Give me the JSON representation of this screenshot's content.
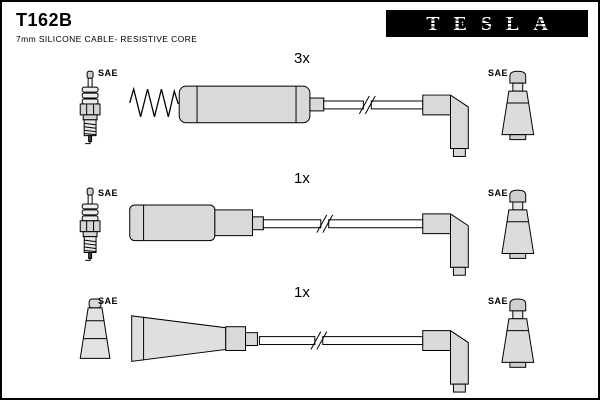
{
  "header": {
    "title": "T162B",
    "subtitle": "7mm SILICONE CABLE- RESISTIVE CORE",
    "brand": "TESLA"
  },
  "rows": [
    {
      "qty": "3x",
      "sae_left": "SAE",
      "sae_right": "SAE"
    },
    {
      "qty": "1x",
      "sae_left": "SAE",
      "sae_right": "SAE"
    },
    {
      "qty": "1x",
      "sae_left": "SAE",
      "sae_right": "SAE"
    }
  ],
  "colors": {
    "line": "#000000",
    "boot_fill": "#d9d9d9",
    "background": "#ffffff",
    "logo_background": "#000000",
    "logo_text": "#ffffff"
  }
}
